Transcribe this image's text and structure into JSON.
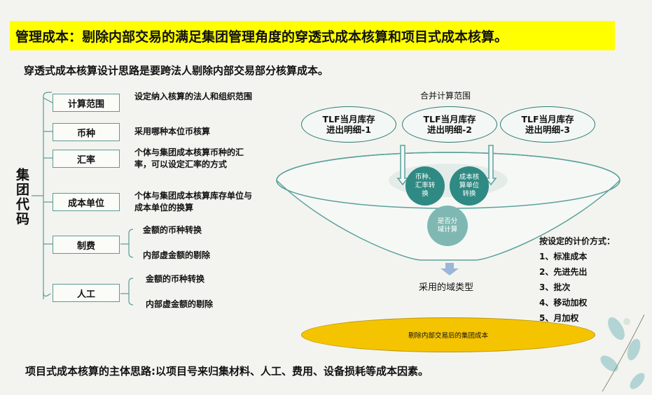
{
  "title": "管理成本：剔除内部交易的满足集团管理角度的穿透式成本核算和项目式成本核算。",
  "subtitle": "穿透式成本核算设计思路是要跨法人剔除内部交易部分核算成本。",
  "group_label": "集团代码",
  "items": [
    {
      "label": "计算范围",
      "desc": "设定纳入核算的法人和组织范围"
    },
    {
      "label": "币种",
      "desc": "采用哪种本位币核算"
    },
    {
      "label": "汇率",
      "desc": "个体与集团成本核算币种的汇率，可以设定汇率的方式"
    },
    {
      "label": "成本单位",
      "desc": "个体与集团成本核算库存单位与成本单位的换算"
    },
    {
      "label": "制费",
      "subs": [
        "金额的币种转换",
        "内部虚金额的剔除"
      ]
    },
    {
      "label": "人工",
      "subs": [
        "金额的币种转换",
        "内部虚金额的剔除"
      ]
    }
  ],
  "funnel": {
    "scope_title": "合并计算范围",
    "sources": [
      "TLF当月库存进出明细-1",
      "TLF当月库存进出明细-2",
      "TLF当月库存进出明细-3"
    ],
    "circle1": "币种、汇率转换",
    "circle2": "成本核算单位转换",
    "circle3": "是否分域计算",
    "domain_type": "采用的域类型",
    "result": "剔除内部交易后的集团成本"
  },
  "pricing": {
    "title": "按设定的计价方式：",
    "methods": [
      "1、标准成本",
      "2、先进先出",
      "3、批次",
      "4、移动加权",
      "5、月加权"
    ]
  },
  "footer": "项目式成本核算的主体思路:以项目号来归集材料、人工、费用、设备损耗等成本因素。",
  "colors": {
    "title_bg": "#ffff00",
    "teal": "#2f8a83",
    "teal_light": "#7fb8b2",
    "result_fill": "#f5c400"
  }
}
